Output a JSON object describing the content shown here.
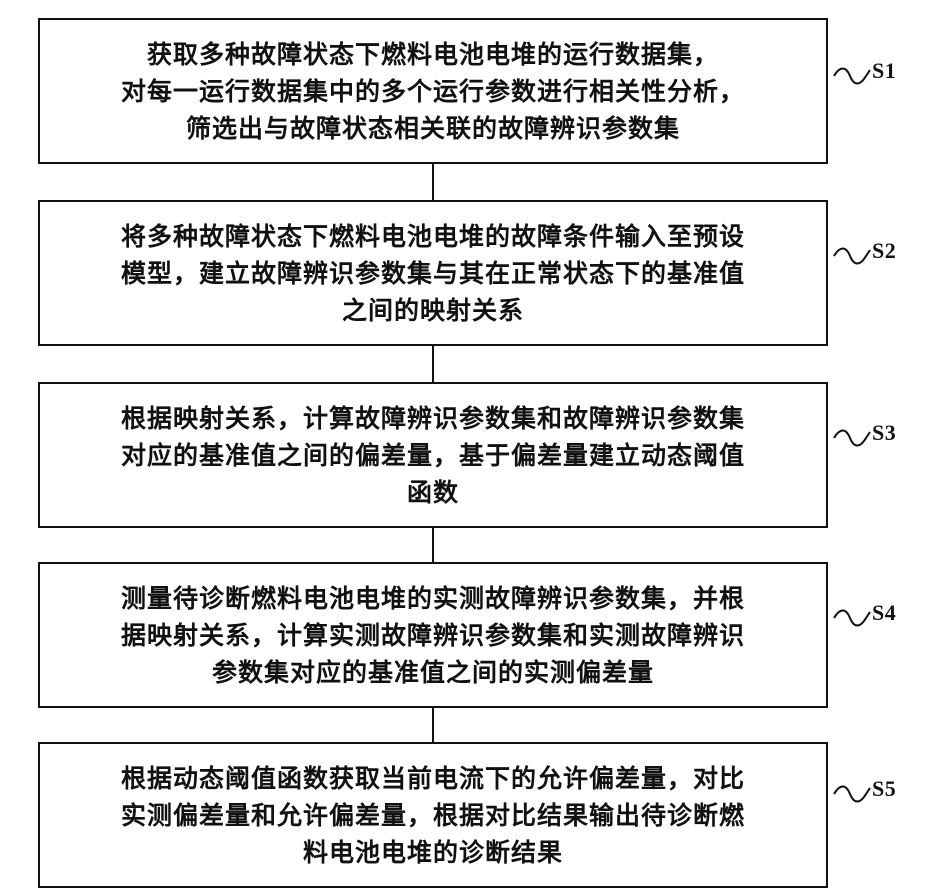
{
  "steps": [
    {
      "id": "S1",
      "lines": [
        "获取多种故障状态下燃料电池电堆的运行数据集，",
        "对每一运行数据集中的多个运行参数进行相关性分析，",
        "筛选出与故障状态相关联的故障辨识参数集"
      ]
    },
    {
      "id": "S2",
      "lines": [
        "将多种故障状态下燃料电池电堆的故障条件输入至预设",
        "模型，建立故障辨识参数集与其在正常状态下的基准值",
        "之间的映射关系"
      ]
    },
    {
      "id": "S3",
      "lines": [
        "根据映射关系，计算故障辨识参数集和故障辨识参数集",
        "对应的基准值之间的偏差量，基于偏差量建立动态阈值",
        "函数"
      ]
    },
    {
      "id": "S4",
      "lines": [
        "测量待诊断燃料电池电堆的实测故障辨识参数集，并根",
        "据映射关系，计算实测故障辨识参数集和实测故障辨识",
        "参数集对应的基准值之间的实测偏差量"
      ]
    },
    {
      "id": "S5",
      "lines": [
        "根据动态阈值函数获取当前电流下的允许偏差量，对比",
        "实测偏差量和允许偏差量，根据对比结果输出待诊断燃",
        "料电池电堆的诊断结果"
      ]
    }
  ]
}
